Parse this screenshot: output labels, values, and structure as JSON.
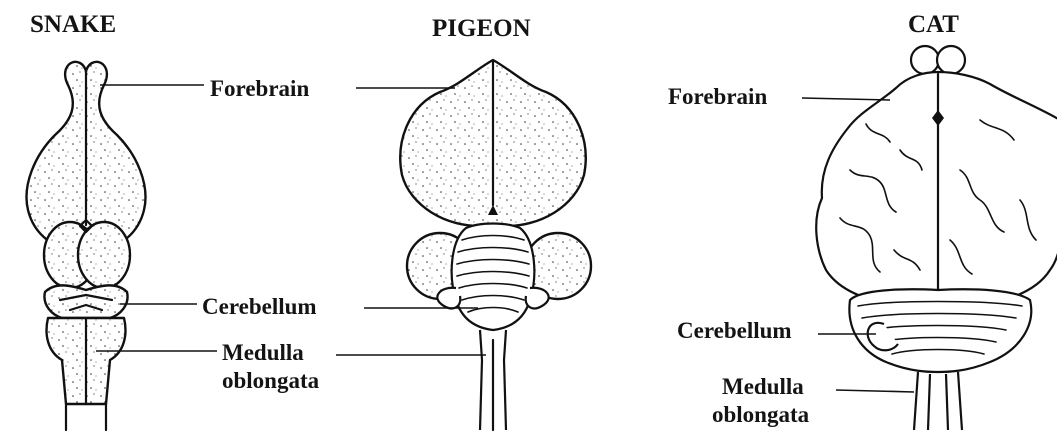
{
  "snake": {
    "title": "SNAKE"
  },
  "pigeon": {
    "title": "PIGEON",
    "label_forebrain": "Forebrain",
    "label_cerebellum": "Cerebellum",
    "label_medulla_line1": "Medulla",
    "label_medulla_line2": "oblongata"
  },
  "cat": {
    "title": "CAT",
    "label_forebrain": "Forebrain",
    "label_cerebellum": "Cerebellum",
    "label_medulla_line1": "Medulla",
    "label_medulla_line2": "oblongata"
  }
}
